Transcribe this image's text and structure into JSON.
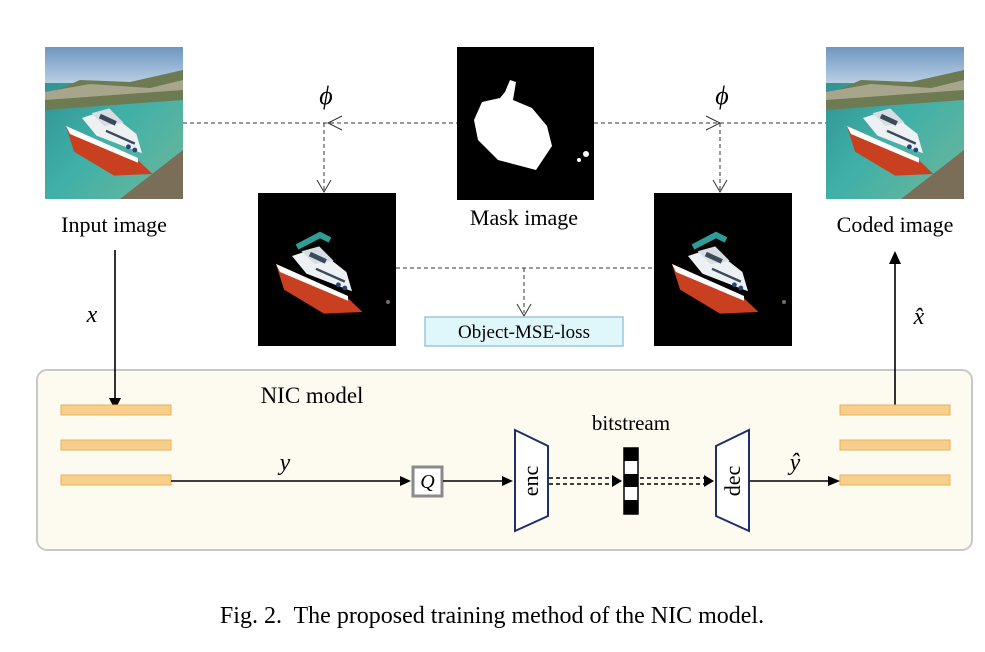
{
  "labels": {
    "input_image": "Input image",
    "mask_image": "Mask image",
    "coded_image": "Coded image",
    "phi_left": "ϕ",
    "phi_right": "ϕ",
    "object_loss": "Object-MSE-loss",
    "nic_model": "NIC model",
    "bitstream": "bitstream",
    "x": "x",
    "x_hat": "x̂",
    "y": "y",
    "y_hat": "ŷ",
    "quantizer": "Q",
    "encoder": "enc",
    "decoder": "dec"
  },
  "caption": "Fig. 2.  The proposed training method of the NIC model.",
  "colors": {
    "nic_box_fill": "#fdfaf0",
    "nic_box_stroke": "#c8c8c8",
    "feature_bar": "#f7cf8a",
    "feature_bar_stroke": "#e9b35a",
    "loss_box_fill": "#dff6fb",
    "loss_box_stroke": "#9cc7d3",
    "coder_stroke": "#1f2f6b"
  },
  "bitstream_pattern": [
    "black",
    "white",
    "black",
    "white",
    "black"
  ]
}
